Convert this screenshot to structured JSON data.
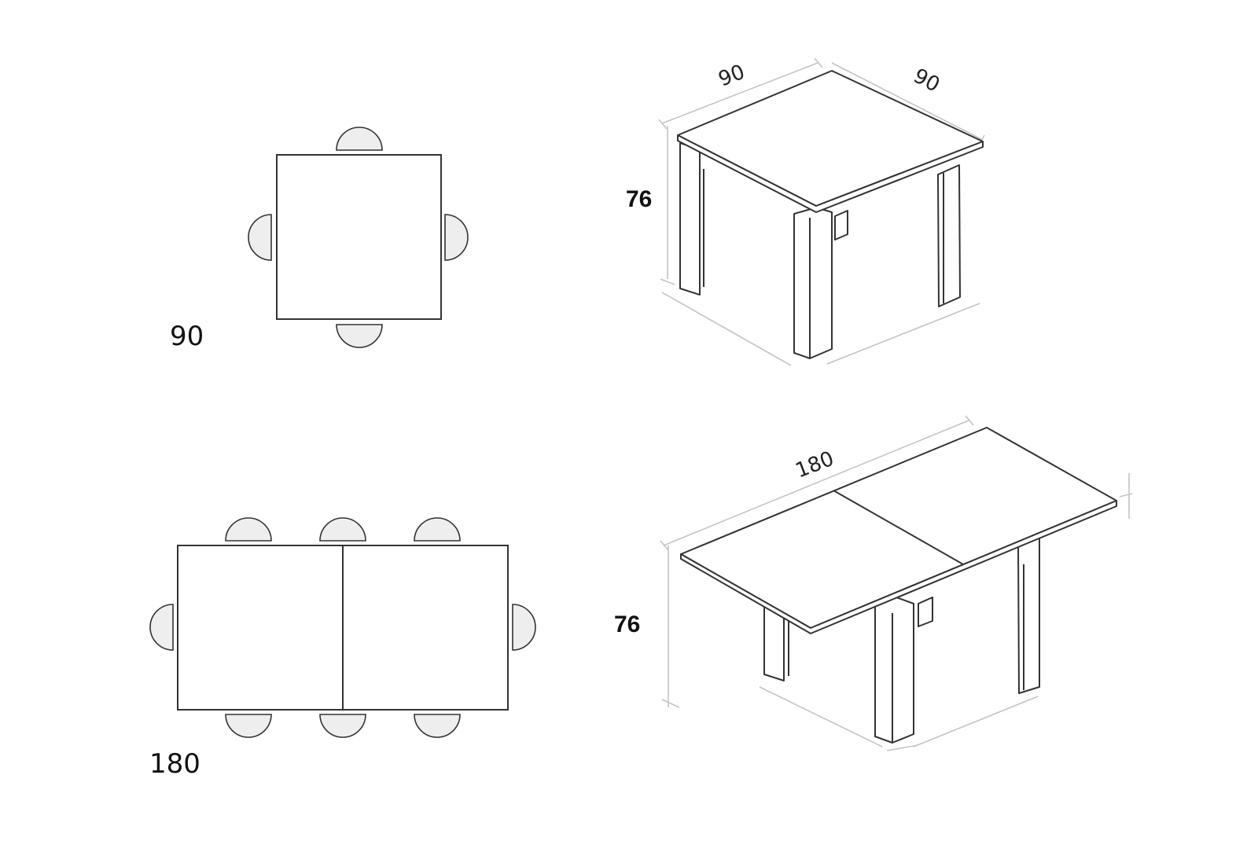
{
  "plan_square": {
    "size_label": "90"
  },
  "plan_extended": {
    "size_label": "180"
  },
  "iso_square": {
    "width_label": "90",
    "depth_label": "90",
    "height_label": "76"
  },
  "iso_extended": {
    "length_label": "180",
    "height_label": "76"
  },
  "colors": {
    "line": "#333333",
    "chair_fill": "#eeeeee",
    "dimension_line": "#c4c4c4"
  }
}
